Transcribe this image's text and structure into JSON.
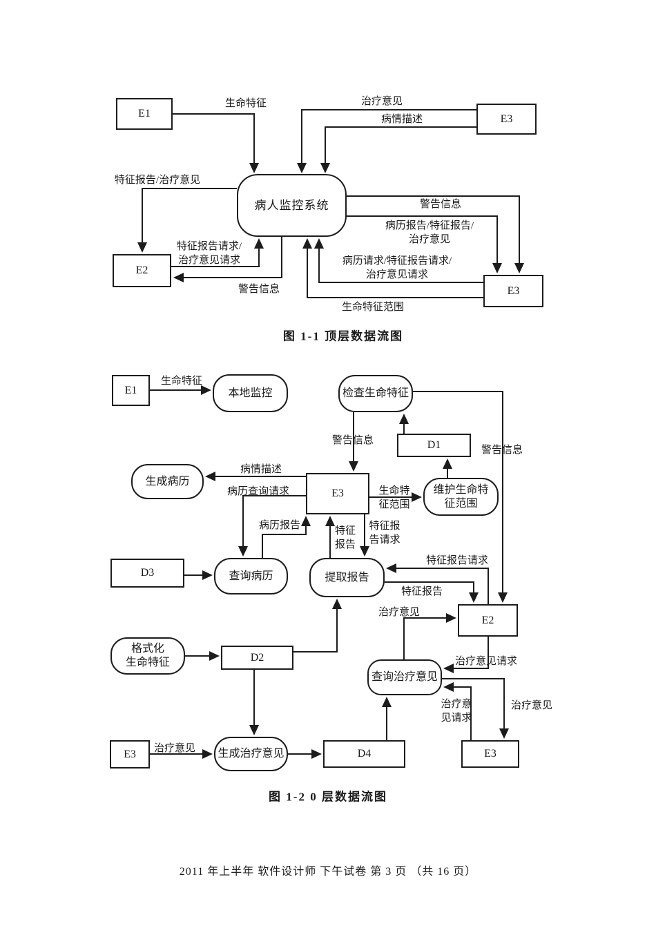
{
  "footer": "2011 年上半年  软件设计师  下午试卷  第 3 页  （共 16 页）",
  "diagram1": {
    "caption": "图 1-1   顶层数据流图",
    "nodes": {
      "e1": "E1",
      "e2": "E2",
      "e3_top": "E3",
      "e3_bottom": "E3",
      "system": "病人监控系统"
    },
    "flows": {
      "vital_signs": "生命特征",
      "treatment_advice": "治疗意见",
      "condition_desc": "病情描述",
      "feature_report_treatment": "特征报告/治疗意见",
      "feature_treatment_request": "特征报告请求/\n治疗意见请求",
      "warning_left": "警告信息",
      "warning_right": "警告信息",
      "record_feature_treatment": "病历报告/特征报告/\n治疗意见",
      "record_feature_treatment_request": "病历请求/特征报告请求/\n治疗意见请求",
      "vital_range": "生命特征范围"
    }
  },
  "diagram2": {
    "caption": "图 1-2   0 层数据流图",
    "nodes": {
      "e1": "E1",
      "local_monitor": "本地监控",
      "check_vitals": "检查生命特征",
      "d1": "D1",
      "maintain_range": "维护生命特\n征范围",
      "generate_record": "生成病历",
      "e3_center": "E3",
      "query_record": "查询病历",
      "d3": "D3",
      "extract_report": "提取报告",
      "e2": "E2",
      "format_vitals": "格式化\n生命特征",
      "d2": "D2",
      "query_treatment": "查询治疗意见",
      "e3_left": "E3",
      "generate_treatment": "生成治疗意见",
      "d4": "D4",
      "e3_right": "E3"
    },
    "flows": {
      "vital_signs": "生命特征",
      "warning_mid": "警告信息",
      "warning_right": "警告信息",
      "condition_desc": "病情描述",
      "record_query_request": "病历查询请求",
      "vital_range": "生命特\n征范围",
      "record_report": "病历报告",
      "feature_report_up": "特征\n报告",
      "feature_report_request_down": "特征报\n告请求",
      "feature_report_request": "特征报告请求",
      "feature_report": "特征报告",
      "treatment_advice_e2": "治疗意见",
      "treatment_request_e2": "治疗意见请求",
      "treatment_advice_right": "治疗意见",
      "treatment_request_right": "治疗意\n见请求",
      "treatment_advice_bottom": "治疗意见"
    }
  }
}
